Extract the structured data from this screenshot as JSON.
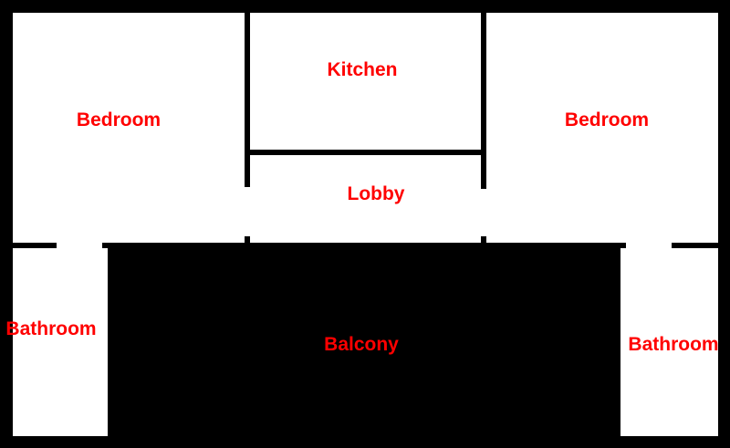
{
  "colors": {
    "wall": "#000000",
    "floor": "#ffffff",
    "label": "#ff0000"
  },
  "rooms": [
    {
      "name": "Bedroom"
    },
    {
      "name": "Kitchen"
    },
    {
      "name": "Bedroom"
    },
    {
      "name": "Lobby"
    },
    {
      "name": "Bathroom"
    },
    {
      "name": "Balcony"
    },
    {
      "name": "Bathroom"
    }
  ]
}
